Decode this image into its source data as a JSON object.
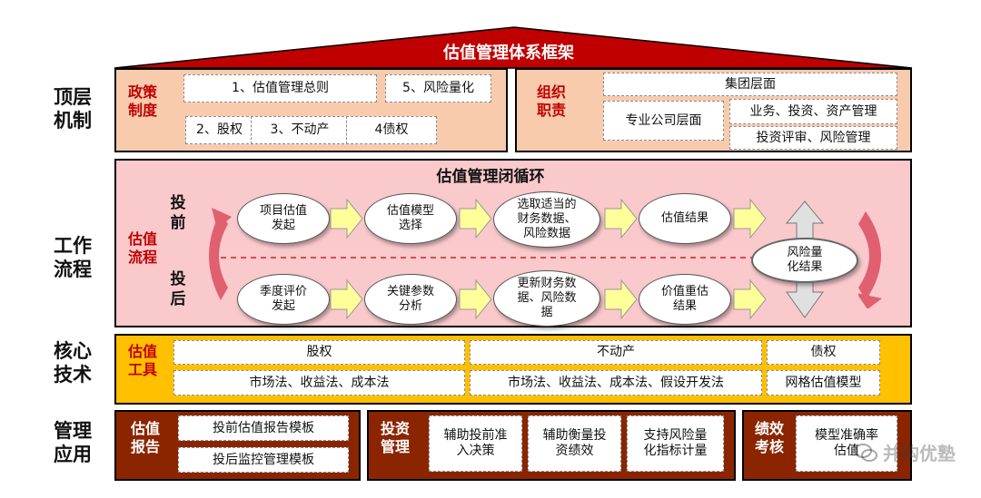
{
  "title": "估值管理体系框架",
  "rows": {
    "top": "顶层\n机制",
    "workflow": "工作\n流程",
    "core": "核心\n技术",
    "app": "管理\n应用"
  },
  "top": {
    "policy": {
      "title": "政策\n制度",
      "items": [
        "1、估值管理总则",
        "5、风险量化",
        "2、股权",
        "3、不动产",
        "4债权"
      ]
    },
    "org": {
      "title": "组织\n职责",
      "group": "集团层面",
      "company": "专业公司层面",
      "biz": "业务、投资、资产管理",
      "review": "投资评审、风险管理"
    }
  },
  "workflow": {
    "title": "估值管理闭循环",
    "side_title": "估值\n流程",
    "pre": "投\n前",
    "post": "投\n后",
    "pre_steps": [
      "项目估值\n发起",
      "估值模型\n选择",
      "选取适当的\n财务数据、\n风险数据",
      "估值结果"
    ],
    "post_steps": [
      "季度评价\n发起",
      "关键参数\n分析",
      "更新财务数\n据、风险数\n据",
      "价值重估\n结果"
    ],
    "result": "风险量\n化结果"
  },
  "core": {
    "title": "估值\n工具",
    "headers": [
      "股权",
      "不动产",
      "债权"
    ],
    "methods": [
      "市场法、收益法、成本法",
      "市场法、收益法、成本法、假设开发法",
      "网格估值模型"
    ]
  },
  "app": {
    "report": {
      "title": "估值\n报告",
      "items": [
        "投前估值报告模板",
        "投后监控管理模板"
      ]
    },
    "invest": {
      "title": "投资\n管理",
      "items": [
        "辅助投前准\n入决策",
        "辅助衡量投\n资绩效",
        "支持风险量\n化指标计量"
      ]
    },
    "perf": {
      "title": "绩效\n考核",
      "items": [
        "模型准确率\n估值"
      ]
    }
  },
  "watermark": "并购优塾",
  "colors": {
    "roof": "#c00000",
    "top_panel": "#f8cbad",
    "workflow_panel": "#f9c9cc",
    "core_panel": "#ffc000",
    "app_panel": "#8b2500",
    "arrow_fill": "#ffff99",
    "loop_arrow": "#e06070"
  }
}
